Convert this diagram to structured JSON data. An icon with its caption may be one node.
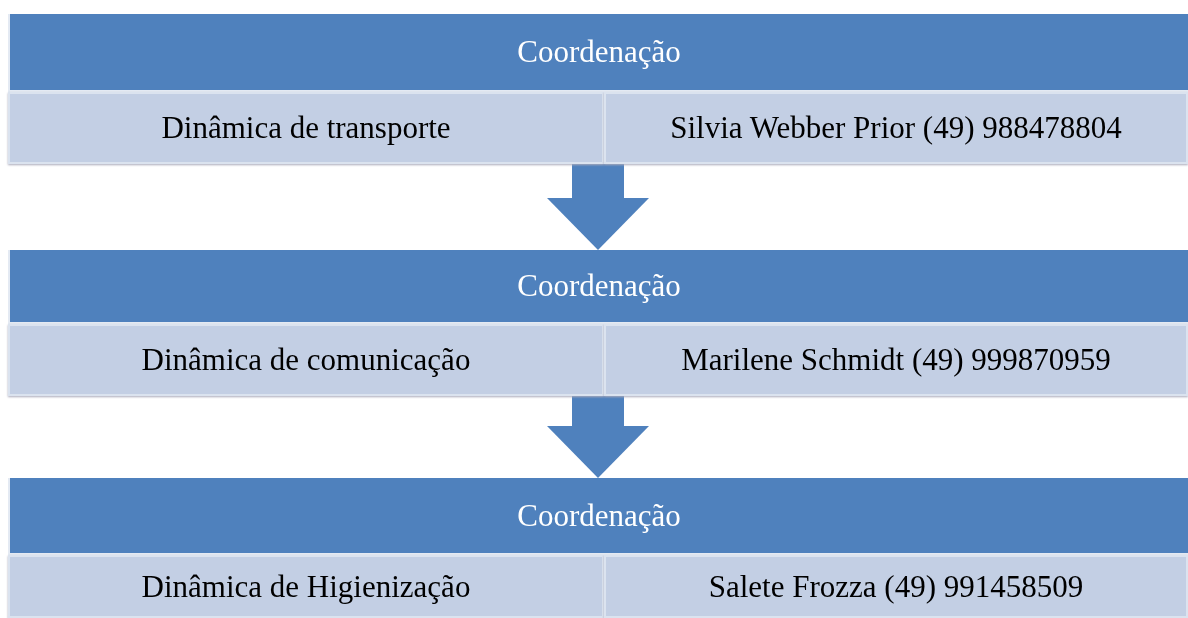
{
  "diagram": {
    "nodes": [
      {
        "text": [],
        "shape": "box"
      },
      {
        "text": [
          "Coordenação"
        ],
        "in": 0
      },
      {
        "text": [
          "Dinâmica de transporte"
        ],
        "in": 0
      },
      {
        "text": [
          "Silvia Webber Prior (49) 988478804"
        ],
        "in": 0
      },
      {
        "text": [],
        "shape": "box"
      },
      {
        "text": [
          "Coordenação"
        ],
        "in": 4
      },
      {
        "text": [
          "Dinâmica de comunicação"
        ],
        "in": 4
      },
      {
        "text": [
          "Marilene Schmidt (49) 999870959"
        ],
        "in": 4
      },
      {
        "text": [],
        "shape": "box"
      },
      {
        "text": [
          "Coordenação"
        ],
        "in": 8
      },
      {
        "text": [
          "Dinâmica de Higienização"
        ],
        "in": 8
      },
      {
        "text": [
          "Salete Frozza (49) 991458509"
        ],
        "in": 8
      }
    ],
    "edges": [
      {
        "from": 0,
        "to": 4,
        "arrow": "to"
      },
      {
        "from": 4,
        "to": 8,
        "arrow": "to"
      }
    ]
  }
}
